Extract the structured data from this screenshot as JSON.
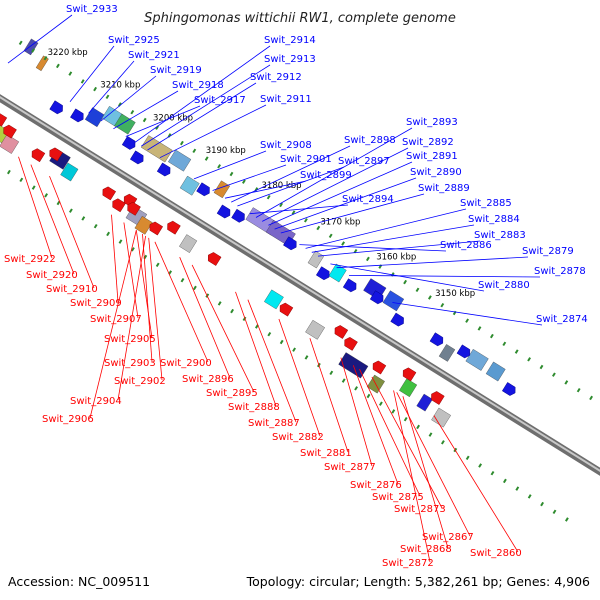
{
  "title": "Sphingomonas wittichii RW1, complete genome",
  "footer": {
    "accession": "Accession: NC_009511",
    "summary": "Topology: circular; Length: 5,382,261 bp; Genes: 4,906"
  },
  "colors": {
    "forward_label": "#0000ff",
    "reverse_label": "#ff0000",
    "backbone": "#808080",
    "tick": "#2e8b2e"
  },
  "kbp_ticks": [
    {
      "label": "3220 kbp",
      "t": 0.04
    },
    {
      "label": "3210 kbp",
      "t": 0.125
    },
    {
      "label": "3200 kbp",
      "t": 0.21
    },
    {
      "label": "3190 kbp",
      "t": 0.295
    },
    {
      "label": "3180 kbp",
      "t": 0.385
    },
    {
      "label": "3170 kbp",
      "t": 0.48
    },
    {
      "label": "3160 kbp",
      "t": 0.57
    },
    {
      "label": "3150 kbp",
      "t": 0.665
    }
  ],
  "forward_genes": [
    {
      "label": "Swit_2933",
      "t": 0.0
    },
    {
      "label": "Swit_2925",
      "t": 0.1
    },
    {
      "label": "Swit_2921",
      "t": 0.13
    },
    {
      "label": "Swit_2919",
      "t": 0.15
    },
    {
      "label": "Swit_2918",
      "t": 0.17
    },
    {
      "label": "Swit_2917",
      "t": 0.19
    },
    {
      "label": "Swit_2914",
      "t": 0.205
    },
    {
      "label": "Swit_2913",
      "t": 0.215
    },
    {
      "label": "Swit_2912",
      "t": 0.225
    },
    {
      "label": "Swit_2911",
      "t": 0.245
    },
    {
      "label": "Swit_2908",
      "t": 0.3
    },
    {
      "label": "Swit_2901",
      "t": 0.33
    },
    {
      "label": "Swit_2898",
      "t": 0.36
    },
    {
      "label": "Swit_2897",
      "t": 0.37
    },
    {
      "label": "Swit_2899",
      "t": 0.35
    },
    {
      "label": "Swit_2893",
      "t": 0.4
    },
    {
      "label": "Swit_2892",
      "t": 0.41
    },
    {
      "label": "Swit_2891",
      "t": 0.42
    },
    {
      "label": "Swit_2894",
      "t": 0.39
    },
    {
      "label": "Swit_2890",
      "t": 0.43
    },
    {
      "label": "Swit_2889",
      "t": 0.44
    },
    {
      "label": "Swit_2885",
      "t": 0.48
    },
    {
      "label": "Swit_2884",
      "t": 0.49
    },
    {
      "label": "Swit_2886",
      "t": 0.47
    },
    {
      "label": "Swit_2883",
      "t": 0.5
    },
    {
      "label": "Swit_2879",
      "t": 0.53
    },
    {
      "label": "Swit_2878",
      "t": 0.55
    },
    {
      "label": "Swit_2880",
      "t": 0.52
    },
    {
      "label": "Swit_2874",
      "t": 0.62
    }
  ],
  "reverse_genes": [
    {
      "label": "Swit_2922",
      "t": 0.08
    },
    {
      "label": "Swit_2920",
      "t": 0.1
    },
    {
      "label": "Swit_2910",
      "t": 0.13
    },
    {
      "label": "Swit_2909",
      "t": 0.23
    },
    {
      "label": "Swit_2907",
      "t": 0.25
    },
    {
      "label": "Swit_2905",
      "t": 0.27
    },
    {
      "label": "Swit_2903",
      "t": 0.28
    },
    {
      "label": "Swit_2900",
      "t": 0.3
    },
    {
      "label": "Swit_2902",
      "t": 0.29
    },
    {
      "label": "Swit_2896",
      "t": 0.34
    },
    {
      "label": "Swit_2904",
      "t": 0.285
    },
    {
      "label": "Swit_2895",
      "t": 0.36
    },
    {
      "label": "Swit_2906",
      "t": 0.27
    },
    {
      "label": "Swit_2888",
      "t": 0.43
    },
    {
      "label": "Swit_2887",
      "t": 0.45
    },
    {
      "label": "Swit_2882",
      "t": 0.5
    },
    {
      "label": "Swit_2881",
      "t": 0.55
    },
    {
      "label": "Swit_2877",
      "t": 0.6
    },
    {
      "label": "Swit_2876",
      "t": 0.62
    },
    {
      "label": "Swit_2875",
      "t": 0.63
    },
    {
      "label": "Swit_2873",
      "t": 0.65
    },
    {
      "label": "Swit_2867",
      "t": 0.69
    },
    {
      "label": "Swit_2868",
      "t": 0.7
    },
    {
      "label": "Swit_2872",
      "t": 0.685
    },
    {
      "label": "Swit_2860",
      "t": 0.75
    }
  ]
}
